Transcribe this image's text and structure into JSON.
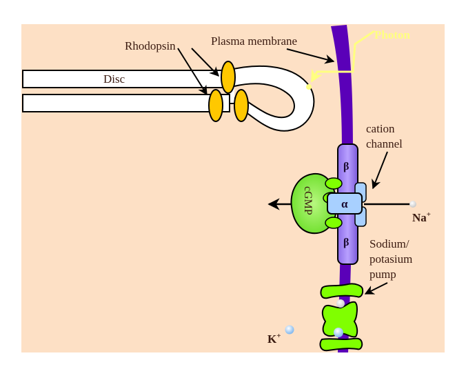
{
  "diagram": {
    "title": "Rod cell phototransduction",
    "colors": {
      "background": "#fde0c5",
      "membrane": "#5a00b8",
      "photon": "#ffff80",
      "rhodopsin": "#ffc800",
      "beta_subunit": "#a080f0",
      "alpha_subunit": "#a8d0ff",
      "cgmp": "#88ee44",
      "pump": "#80ff00",
      "ion": "#a8d0ff"
    },
    "labels": {
      "rhodopsin": "Rhodopsin",
      "plasma_membrane": "Plasma membrane",
      "photon": "Photon",
      "disc": "Disc",
      "cation_line1": "cation",
      "cation_line2": "channel",
      "beta_top": "β",
      "beta_bottom": "β",
      "alpha": "α",
      "cgmp": "cGMP",
      "na_base": "Na",
      "na_sup": "+",
      "sodium_line1": "Sodium/",
      "sodium_line2": "potasium",
      "sodium_line3": "pump",
      "k_base": "K",
      "k_sup": "+"
    }
  }
}
